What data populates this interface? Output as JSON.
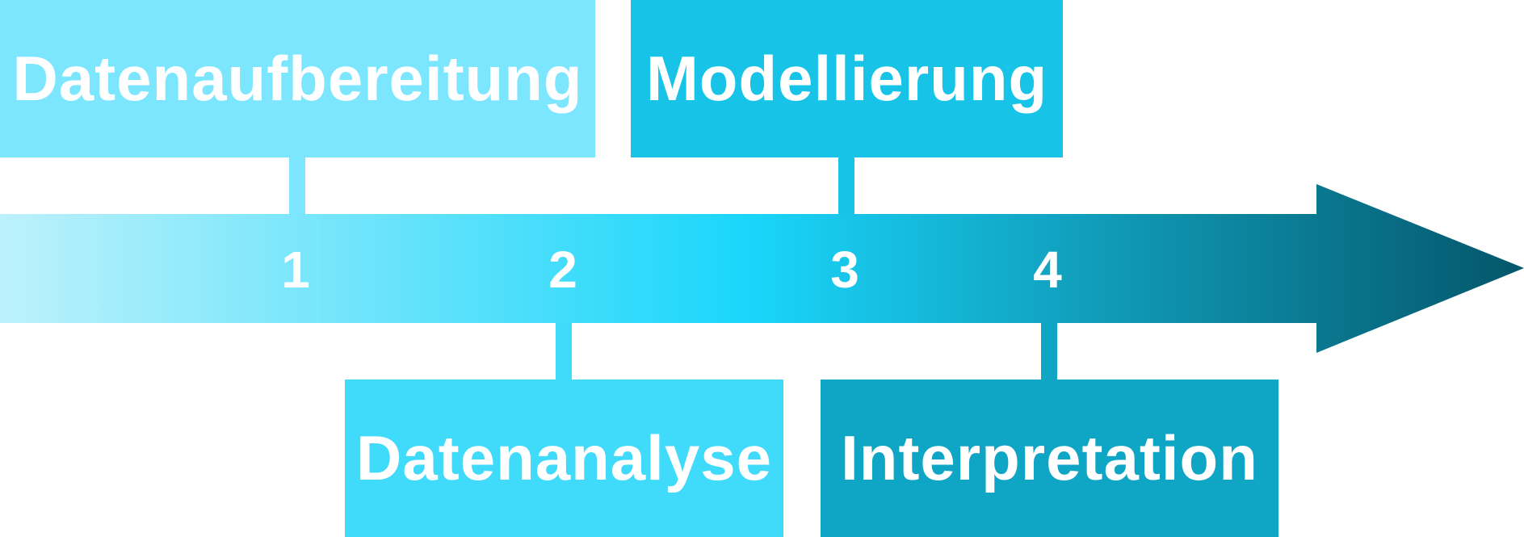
{
  "colors": {
    "arrow_start": "#bdf1fb",
    "arrow_mid": "#1ad6fb",
    "arrow_end": "#04566a",
    "text": "#ffffff"
  },
  "steps": [
    {
      "number": "1",
      "label": "Datenaufbereitung",
      "color": "#7ce6fe",
      "position": "top"
    },
    {
      "number": "2",
      "label": "Datenanalyse",
      "color": "#40dafa",
      "position": "bottom"
    },
    {
      "number": "3",
      "label": "Modellierung",
      "color": "#17c4e8",
      "position": "top"
    },
    {
      "number": "4",
      "label": "Interpretation",
      "color": "#0fa5c4",
      "position": "bottom"
    }
  ]
}
